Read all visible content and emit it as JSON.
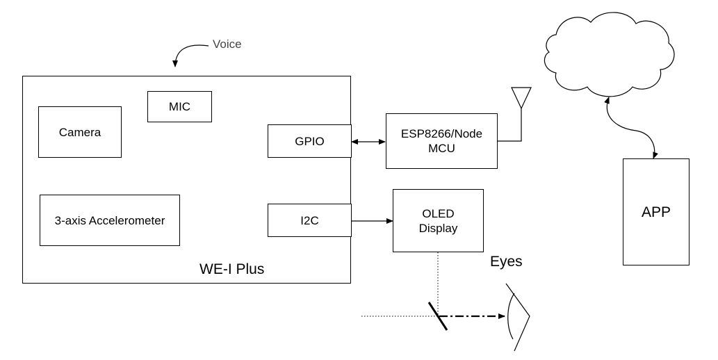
{
  "main_board": {
    "title": "WE-I Plus"
  },
  "components": {
    "mic": "MIC",
    "camera": "Camera",
    "accelerometer": "3-axis Accelerometer",
    "gpio": "GPIO",
    "i2c": "I2C"
  },
  "wifi_module": {
    "line1": "ESP8266/Node",
    "line2": "MCU"
  },
  "oled": {
    "line1": "OLED",
    "line2": "Display"
  },
  "app": {
    "label": "APP"
  },
  "voice_label": "Voice",
  "eyes_label": "Eyes"
}
